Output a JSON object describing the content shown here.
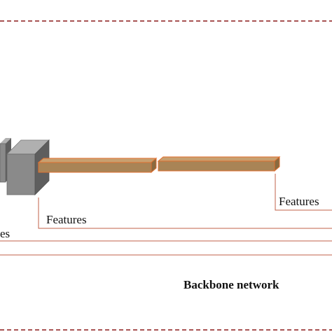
{
  "labels": {
    "features_a": "Features",
    "features_b": "Features",
    "features_cut": "es",
    "backbone": "Backbone network"
  },
  "colors": {
    "dashed_border": "#8b1a1a",
    "fc_fill": "#a98456",
    "fc_stroke": "#e07030",
    "connector": "#c0604a",
    "cube_front": "#8a8a8a",
    "cube_side": "#5e5e5e",
    "cube_top": "#b0b0b0"
  },
  "icons": {
    "feature_block": "gray-cuboid",
    "fc_layer": "brown-bar"
  }
}
